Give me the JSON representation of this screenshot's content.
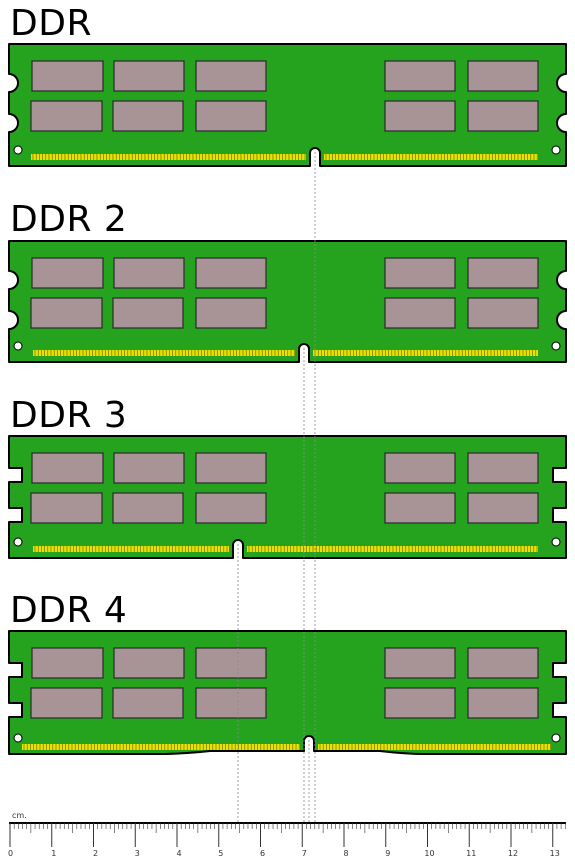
{
  "modules": [
    {
      "id": "ddr1",
      "title": "DDR"
    },
    {
      "id": "ddr2",
      "title": "DDR 2"
    },
    {
      "id": "ddr3",
      "title": "DDR 3"
    },
    {
      "id": "ddr4",
      "title": "DDR 4"
    }
  ],
  "ruler": {
    "unit_label": "cm.",
    "labels": [
      "0",
      "1",
      "2",
      "3",
      "4",
      "5",
      "6",
      "7",
      "8",
      "9",
      "10",
      "11",
      "12",
      "13"
    ]
  },
  "colors": {
    "pcb": "#25a31f",
    "pcb_outline": "#000000",
    "chip": "#a89496",
    "chip_outline": "#2b2b2b",
    "contacts": "#e8e400",
    "contacts_dark": "#5a5a00",
    "guide_line": "#8a8a8a"
  }
}
